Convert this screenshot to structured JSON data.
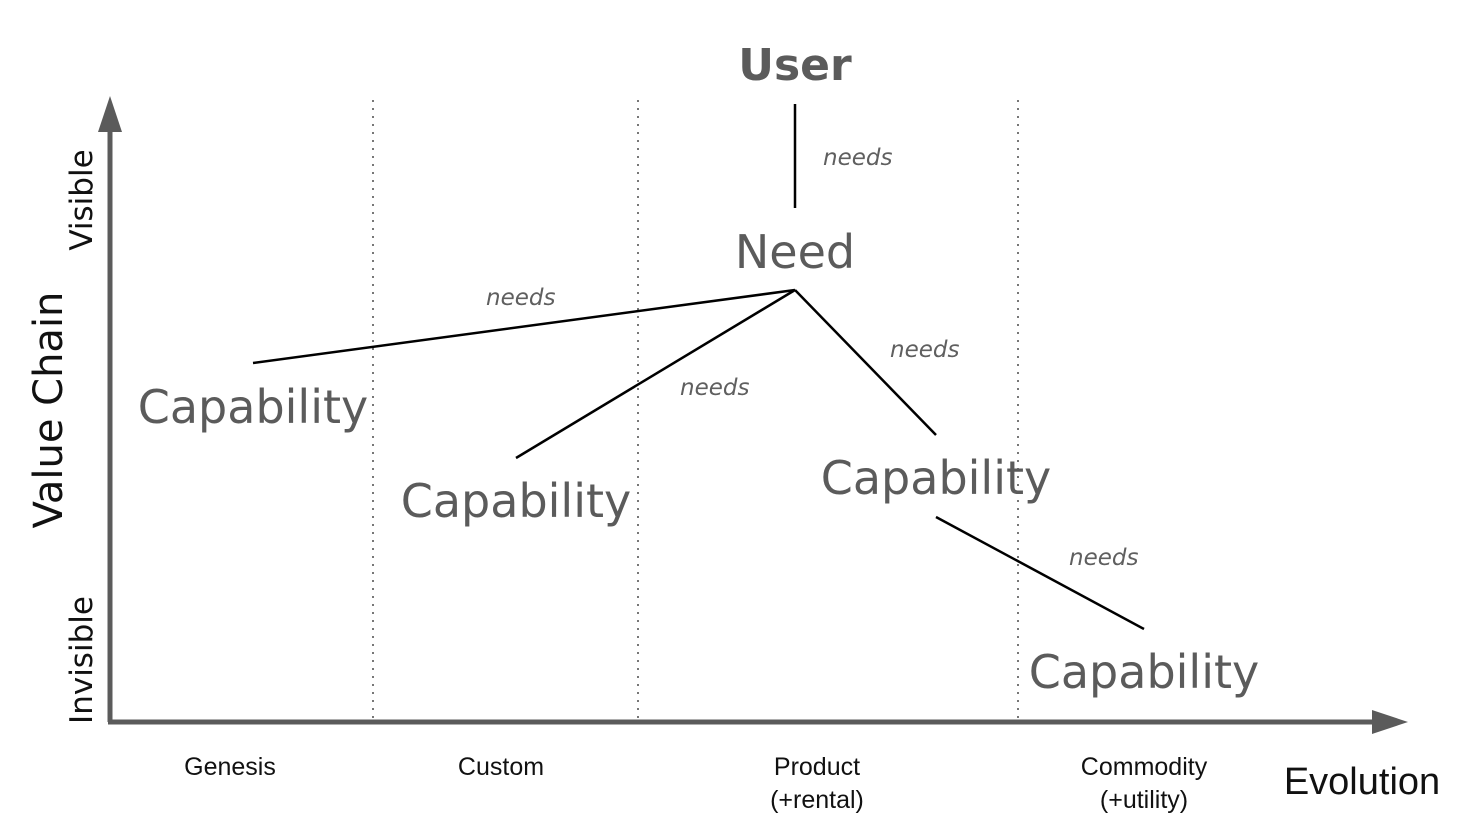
{
  "diagram": {
    "user_label": "User",
    "nodes": {
      "need": "Need",
      "capability_1": "Capability",
      "capability_2": "Capability",
      "capability_3": "Capability",
      "capability_4": "Capability"
    },
    "edge_labels": {
      "user_need": "needs",
      "need_capability_1": "needs",
      "need_capability_2": "needs",
      "need_capability_3": "needs",
      "capability_3_capability_4": "needs"
    },
    "y_axis": {
      "title": "Value Chain",
      "top_label": "Visible",
      "bottom_label": "Invisible"
    },
    "x_axis": {
      "title": "Evolution",
      "stages": [
        {
          "line1": "Genesis",
          "line2": ""
        },
        {
          "line1": "Custom",
          "line2": ""
        },
        {
          "line1": "Product",
          "line2": "(+rental)"
        },
        {
          "line1": "Commodity",
          "line2": "(+utility)"
        }
      ]
    },
    "colors": {
      "axis": "#5b5b5b",
      "node_text": "#5b5b5b",
      "edge": "#000000",
      "divider": "#777777",
      "text": "#111111"
    }
  }
}
